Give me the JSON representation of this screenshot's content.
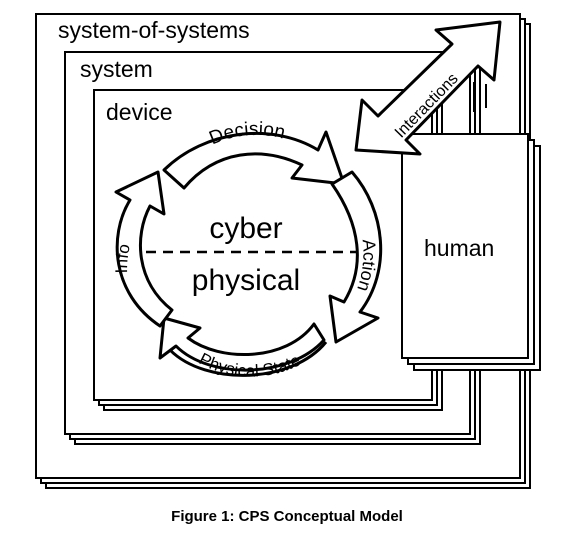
{
  "figure": {
    "caption": "Figure 1: CPS Conceptual Model"
  },
  "boxes": {
    "system_of_systems": "system-of-systems",
    "system": "system",
    "device": "device",
    "human": "human"
  },
  "cycle": {
    "cyber": "cyber",
    "physical": "physical",
    "decision": "Decision",
    "action": "Action",
    "physical_state": "Physical State",
    "info": "Info"
  },
  "interactions": "Interactions"
}
